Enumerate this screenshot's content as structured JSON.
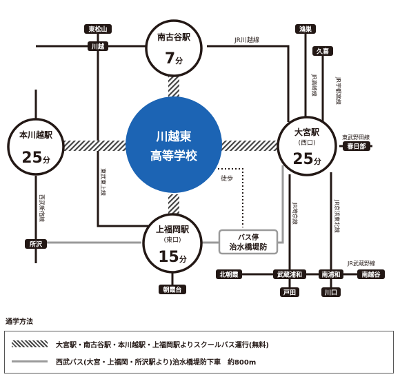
{
  "school": {
    "line1": "川越東",
    "line2": "高等学校"
  },
  "stations": {
    "minamifuruya": {
      "name": "南古谷駅",
      "minutes": "7",
      "unit": "分"
    },
    "honkawagoe": {
      "name": "本川越駅",
      "minutes": "25",
      "unit": "分"
    },
    "omiya": {
      "name": "大宮駅",
      "sub": "(西口)",
      "minutes": "25",
      "unit": "分"
    },
    "kamifukuoka": {
      "name": "上福岡駅",
      "sub": "(東口)",
      "minutes": "15",
      "unit": "分"
    }
  },
  "bus_stop": {
    "line1": "バス停",
    "line2": "治水橋堤防"
  },
  "walk_label": "徒歩",
  "lines": {
    "jr_kawagoe": "JR川越線",
    "jr_takasaki": "JR高崎線",
    "jr_utsunomiya": "JR宇都宮線",
    "tobu_noda": "東武野田線",
    "tobu_tojo": "東武東上線",
    "seibu_shinjuku": "西武新宿線",
    "jr_saikyo": "JR埼京線",
    "jr_keihin": "JR京浜東北線",
    "jr_musashino": "JR武蔵野線"
  },
  "labels": {
    "higashimatsuyama": "東松山",
    "kawagoe": "川越",
    "konosu": "鴻巣",
    "kuki": "久喜",
    "kasukabe": "春日部",
    "tokorozawa": "所沢",
    "asakadai": "朝霞台",
    "kitaasaka": "北朝霞",
    "musashiurawa": "武蔵浦和",
    "toda": "戸田",
    "minamiurawa": "南浦和",
    "kawaguchi": "川口",
    "minamikoshigaya": "南越谷"
  },
  "legend": {
    "title": "通学方法",
    "school_bus": "大宮駅・南古谷駅・本川越駅・上福岡駅よりスクールバス運行(無料)",
    "seibu_bus": "西武バス(大宮・上福岡・所沢駅より)治水橋堤防下車　約800m"
  },
  "colors": {
    "school": "#1c64b4",
    "line": "#231815",
    "bus_route": "#9a9a9a",
    "label_bg": "#231815"
  }
}
